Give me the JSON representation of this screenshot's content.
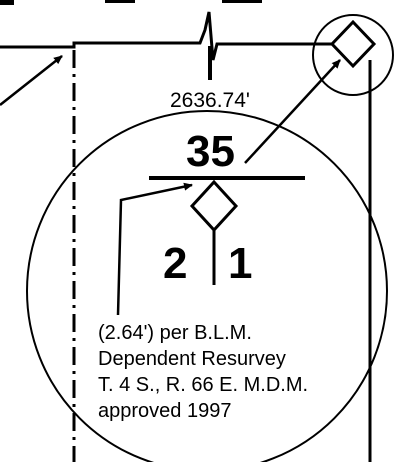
{
  "distance_label": "2636.74'",
  "section_top": "35",
  "section_left": "2",
  "section_right": "1",
  "note_lines": [
    "(2.64') per B.L.M.",
    "Dependent Resurvey",
    "T. 4 S., R. 66 E. M.D.M.",
    "approved 1997"
  ]
}
